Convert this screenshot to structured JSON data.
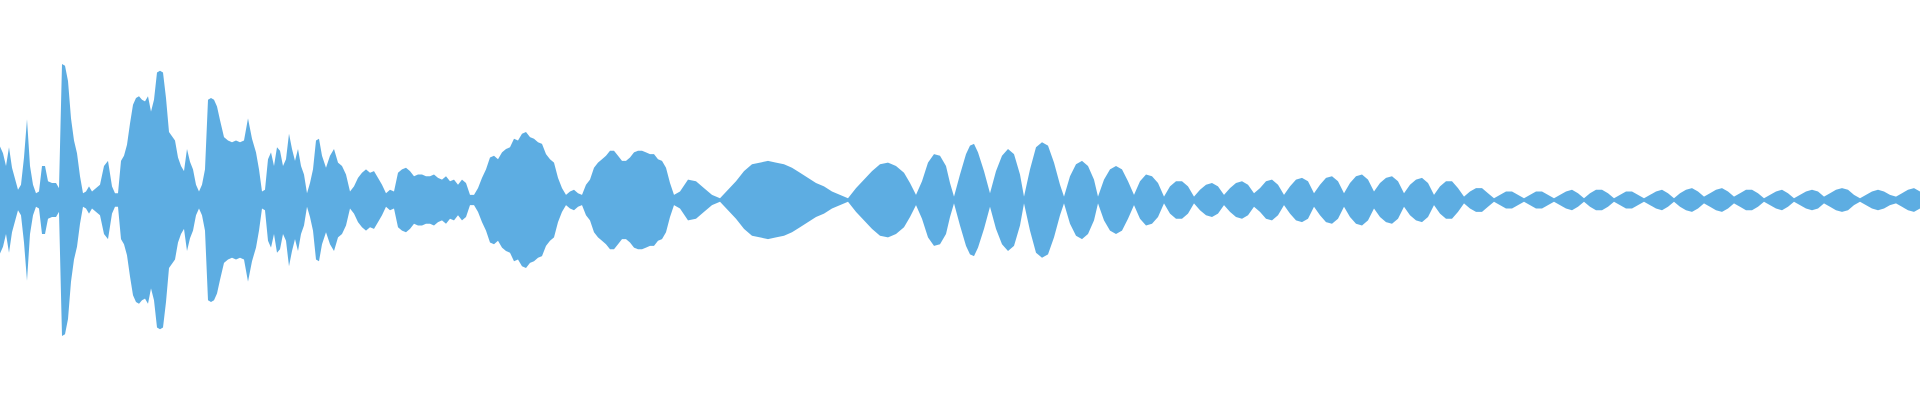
{
  "waveform": {
    "color": "#5dade2",
    "background": "#ffffff",
    "samples_per_point": 1,
    "envelope": [
      [
        0,
        63
      ],
      [
        3,
        55
      ],
      [
        6,
        40
      ],
      [
        9,
        62
      ],
      [
        12,
        38
      ],
      [
        15,
        25
      ],
      [
        18,
        12
      ],
      [
        21,
        18
      ],
      [
        24,
        50
      ],
      [
        27,
        95
      ],
      [
        30,
        40
      ],
      [
        33,
        18
      ],
      [
        36,
        8
      ],
      [
        39,
        10
      ],
      [
        42,
        40
      ],
      [
        45,
        40
      ],
      [
        48,
        22
      ],
      [
        52,
        20
      ],
      [
        56,
        20
      ],
      [
        59,
        14
      ],
      [
        62,
        160
      ],
      [
        65,
        158
      ],
      [
        68,
        140
      ],
      [
        71,
        96
      ],
      [
        74,
        70
      ],
      [
        77,
        55
      ],
      [
        80,
        28
      ],
      [
        83,
        8
      ],
      [
        86,
        10
      ],
      [
        89,
        16
      ],
      [
        92,
        10
      ],
      [
        96,
        14
      ],
      [
        100,
        18
      ],
      [
        104,
        40
      ],
      [
        108,
        46
      ],
      [
        112,
        16
      ],
      [
        115,
        8
      ],
      [
        118,
        8
      ],
      [
        121,
        46
      ],
      [
        124,
        52
      ],
      [
        127,
        65
      ],
      [
        130,
        90
      ],
      [
        133,
        112
      ],
      [
        136,
        120
      ],
      [
        139,
        122
      ],
      [
        142,
        118
      ],
      [
        145,
        116
      ],
      [
        148,
        122
      ],
      [
        151,
        104
      ],
      [
        154,
        118
      ],
      [
        157,
        150
      ],
      [
        160,
        152
      ],
      [
        163,
        150
      ],
      [
        166,
        120
      ],
      [
        169,
        80
      ],
      [
        172,
        75
      ],
      [
        175,
        70
      ],
      [
        178,
        50
      ],
      [
        181,
        40
      ],
      [
        184,
        34
      ],
      [
        187,
        60
      ],
      [
        190,
        45
      ],
      [
        193,
        36
      ],
      [
        196,
        18
      ],
      [
        199,
        10
      ],
      [
        202,
        18
      ],
      [
        205,
        36
      ],
      [
        208,
        118
      ],
      [
        211,
        120
      ],
      [
        214,
        118
      ],
      [
        217,
        110
      ],
      [
        220,
        94
      ],
      [
        224,
        74
      ],
      [
        228,
        70
      ],
      [
        232,
        68
      ],
      [
        236,
        70
      ],
      [
        240,
        68
      ],
      [
        244,
        70
      ],
      [
        248,
        96
      ],
      [
        252,
        72
      ],
      [
        256,
        56
      ],
      [
        259,
        36
      ],
      [
        262,
        10
      ],
      [
        265,
        12
      ],
      [
        268,
        48
      ],
      [
        271,
        56
      ],
      [
        274,
        40
      ],
      [
        277,
        62
      ],
      [
        280,
        58
      ],
      [
        283,
        40
      ],
      [
        286,
        48
      ],
      [
        289,
        78
      ],
      [
        292,
        60
      ],
      [
        295,
        46
      ],
      [
        298,
        60
      ],
      [
        301,
        40
      ],
      [
        304,
        30
      ],
      [
        307,
        8
      ],
      [
        310,
        20
      ],
      [
        313,
        36
      ],
      [
        316,
        70
      ],
      [
        319,
        72
      ],
      [
        322,
        52
      ],
      [
        326,
        38
      ],
      [
        330,
        52
      ],
      [
        334,
        60
      ],
      [
        338,
        44
      ],
      [
        342,
        40
      ],
      [
        346,
        30
      ],
      [
        350,
        10
      ],
      [
        354,
        16
      ],
      [
        358,
        26
      ],
      [
        362,
        32
      ],
      [
        366,
        36
      ],
      [
        370,
        32
      ],
      [
        374,
        34
      ],
      [
        378,
        26
      ],
      [
        382,
        18
      ],
      [
        386,
        8
      ],
      [
        390,
        12
      ],
      [
        394,
        10
      ],
      [
        398,
        32
      ],
      [
        402,
        36
      ],
      [
        406,
        38
      ],
      [
        410,
        34
      ],
      [
        414,
        28
      ],
      [
        418,
        30
      ],
      [
        422,
        30
      ],
      [
        426,
        28
      ],
      [
        430,
        28
      ],
      [
        434,
        30
      ],
      [
        438,
        26
      ],
      [
        442,
        24
      ],
      [
        446,
        28
      ],
      [
        450,
        22
      ],
      [
        454,
        24
      ],
      [
        458,
        18
      ],
      [
        462,
        24
      ],
      [
        466,
        20
      ],
      [
        470,
        6
      ],
      [
        474,
        6
      ],
      [
        478,
        14
      ],
      [
        482,
        26
      ],
      [
        486,
        36
      ],
      [
        490,
        50
      ],
      [
        494,
        52
      ],
      [
        498,
        48
      ],
      [
        502,
        56
      ],
      [
        506,
        60
      ],
      [
        510,
        62
      ],
      [
        514,
        72
      ],
      [
        518,
        70
      ],
      [
        522,
        78
      ],
      [
        526,
        80
      ],
      [
        530,
        74
      ],
      [
        534,
        72
      ],
      [
        538,
        68
      ],
      [
        542,
        66
      ],
      [
        546,
        54
      ],
      [
        550,
        48
      ],
      [
        554,
        44
      ],
      [
        558,
        26
      ],
      [
        562,
        14
      ],
      [
        566,
        6
      ],
      [
        570,
        10
      ],
      [
        574,
        12
      ],
      [
        578,
        8
      ],
      [
        582,
        6
      ],
      [
        586,
        18
      ],
      [
        590,
        24
      ],
      [
        594,
        38
      ],
      [
        598,
        44
      ],
      [
        602,
        48
      ],
      [
        606,
        52
      ],
      [
        610,
        58
      ],
      [
        614,
        58
      ],
      [
        618,
        52
      ],
      [
        622,
        46
      ],
      [
        626,
        46
      ],
      [
        630,
        50
      ],
      [
        634,
        56
      ],
      [
        638,
        58
      ],
      [
        642,
        58
      ],
      [
        646,
        56
      ],
      [
        650,
        54
      ],
      [
        654,
        54
      ],
      [
        658,
        48
      ],
      [
        662,
        46
      ],
      [
        666,
        38
      ],
      [
        670,
        20
      ],
      [
        674,
        6
      ],
      [
        680,
        10
      ],
      [
        688,
        24
      ],
      [
        696,
        22
      ],
      [
        704,
        14
      ],
      [
        712,
        6
      ],
      [
        720,
        2
      ],
      [
        728,
        12
      ],
      [
        736,
        22
      ],
      [
        744,
        34
      ],
      [
        752,
        42
      ],
      [
        760,
        44
      ],
      [
        768,
        46
      ],
      [
        776,
        44
      ],
      [
        784,
        42
      ],
      [
        792,
        38
      ],
      [
        800,
        32
      ],
      [
        808,
        26
      ],
      [
        816,
        20
      ],
      [
        824,
        16
      ],
      [
        832,
        10
      ],
      [
        840,
        6
      ],
      [
        848,
        2
      ],
      [
        856,
        14
      ],
      [
        864,
        24
      ],
      [
        872,
        34
      ],
      [
        880,
        42
      ],
      [
        888,
        44
      ],
      [
        896,
        40
      ],
      [
        904,
        32
      ],
      [
        910,
        20
      ],
      [
        916,
        6
      ],
      [
        922,
        22
      ],
      [
        928,
        44
      ],
      [
        934,
        54
      ],
      [
        940,
        52
      ],
      [
        946,
        40
      ],
      [
        950,
        20
      ],
      [
        954,
        4
      ],
      [
        960,
        30
      ],
      [
        966,
        54
      ],
      [
        970,
        64
      ],
      [
        974,
        66
      ],
      [
        978,
        56
      ],
      [
        984,
        34
      ],
      [
        990,
        8
      ],
      [
        996,
        34
      ],
      [
        1002,
        52
      ],
      [
        1008,
        60
      ],
      [
        1014,
        54
      ],
      [
        1020,
        30
      ],
      [
        1024,
        4
      ],
      [
        1030,
        36
      ],
      [
        1036,
        62
      ],
      [
        1042,
        68
      ],
      [
        1048,
        64
      ],
      [
        1054,
        44
      ],
      [
        1060,
        18
      ],
      [
        1064,
        4
      ],
      [
        1070,
        28
      ],
      [
        1076,
        42
      ],
      [
        1082,
        46
      ],
      [
        1088,
        40
      ],
      [
        1094,
        24
      ],
      [
        1098,
        4
      ],
      [
        1104,
        24
      ],
      [
        1110,
        36
      ],
      [
        1116,
        40
      ],
      [
        1122,
        36
      ],
      [
        1128,
        22
      ],
      [
        1134,
        6
      ],
      [
        1140,
        22
      ],
      [
        1146,
        30
      ],
      [
        1152,
        28
      ],
      [
        1158,
        20
      ],
      [
        1164,
        4
      ],
      [
        1170,
        16
      ],
      [
        1176,
        22
      ],
      [
        1182,
        22
      ],
      [
        1188,
        16
      ],
      [
        1194,
        4
      ],
      [
        1200,
        12
      ],
      [
        1206,
        18
      ],
      [
        1212,
        20
      ],
      [
        1218,
        16
      ],
      [
        1224,
        6
      ],
      [
        1230,
        14
      ],
      [
        1236,
        20
      ],
      [
        1242,
        22
      ],
      [
        1248,
        18
      ],
      [
        1254,
        8
      ],
      [
        1260,
        14
      ],
      [
        1266,
        22
      ],
      [
        1272,
        24
      ],
      [
        1278,
        18
      ],
      [
        1284,
        6
      ],
      [
        1290,
        16
      ],
      [
        1296,
        24
      ],
      [
        1302,
        26
      ],
      [
        1308,
        22
      ],
      [
        1314,
        8
      ],
      [
        1320,
        18
      ],
      [
        1326,
        26
      ],
      [
        1332,
        28
      ],
      [
        1338,
        22
      ],
      [
        1344,
        8
      ],
      [
        1350,
        20
      ],
      [
        1356,
        28
      ],
      [
        1362,
        30
      ],
      [
        1368,
        24
      ],
      [
        1374,
        10
      ],
      [
        1380,
        20
      ],
      [
        1386,
        26
      ],
      [
        1392,
        28
      ],
      [
        1398,
        22
      ],
      [
        1404,
        8
      ],
      [
        1410,
        18
      ],
      [
        1416,
        24
      ],
      [
        1422,
        26
      ],
      [
        1428,
        20
      ],
      [
        1434,
        6
      ],
      [
        1440,
        16
      ],
      [
        1446,
        22
      ],
      [
        1452,
        22
      ],
      [
        1458,
        14
      ],
      [
        1464,
        4
      ],
      [
        1470,
        10
      ],
      [
        1476,
        14
      ],
      [
        1482,
        14
      ],
      [
        1488,
        8
      ],
      [
        1494,
        2
      ],
      [
        1500,
        6
      ],
      [
        1506,
        10
      ],
      [
        1512,
        10
      ],
      [
        1518,
        6
      ],
      [
        1524,
        2
      ],
      [
        1530,
        6
      ],
      [
        1536,
        10
      ],
      [
        1542,
        10
      ],
      [
        1548,
        6
      ],
      [
        1554,
        2
      ],
      [
        1560,
        6
      ],
      [
        1566,
        10
      ],
      [
        1572,
        12
      ],
      [
        1578,
        8
      ],
      [
        1584,
        2
      ],
      [
        1590,
        8
      ],
      [
        1596,
        12
      ],
      [
        1602,
        12
      ],
      [
        1608,
        8
      ],
      [
        1614,
        2
      ],
      [
        1620,
        6
      ],
      [
        1626,
        10
      ],
      [
        1632,
        10
      ],
      [
        1638,
        6
      ],
      [
        1644,
        2
      ],
      [
        1650,
        6
      ],
      [
        1656,
        10
      ],
      [
        1662,
        12
      ],
      [
        1668,
        8
      ],
      [
        1674,
        2
      ],
      [
        1680,
        8
      ],
      [
        1686,
        12
      ],
      [
        1692,
        14
      ],
      [
        1698,
        10
      ],
      [
        1704,
        4
      ],
      [
        1710,
        8
      ],
      [
        1716,
        12
      ],
      [
        1722,
        14
      ],
      [
        1728,
        10
      ],
      [
        1734,
        4
      ],
      [
        1740,
        8
      ],
      [
        1746,
        12
      ],
      [
        1752,
        12
      ],
      [
        1758,
        8
      ],
      [
        1764,
        2
      ],
      [
        1770,
        6
      ],
      [
        1776,
        10
      ],
      [
        1782,
        12
      ],
      [
        1788,
        8
      ],
      [
        1794,
        2
      ],
      [
        1800,
        6
      ],
      [
        1806,
        10
      ],
      [
        1812,
        12
      ],
      [
        1818,
        10
      ],
      [
        1824,
        4
      ],
      [
        1830,
        8
      ],
      [
        1836,
        12
      ],
      [
        1842,
        14
      ],
      [
        1848,
        12
      ],
      [
        1854,
        6
      ],
      [
        1860,
        2
      ],
      [
        1866,
        6
      ],
      [
        1872,
        10
      ],
      [
        1878,
        12
      ],
      [
        1884,
        10
      ],
      [
        1890,
        6
      ],
      [
        1896,
        4
      ],
      [
        1902,
        8
      ],
      [
        1908,
        12
      ],
      [
        1914,
        14
      ],
      [
        1920,
        10
      ]
    ]
  }
}
